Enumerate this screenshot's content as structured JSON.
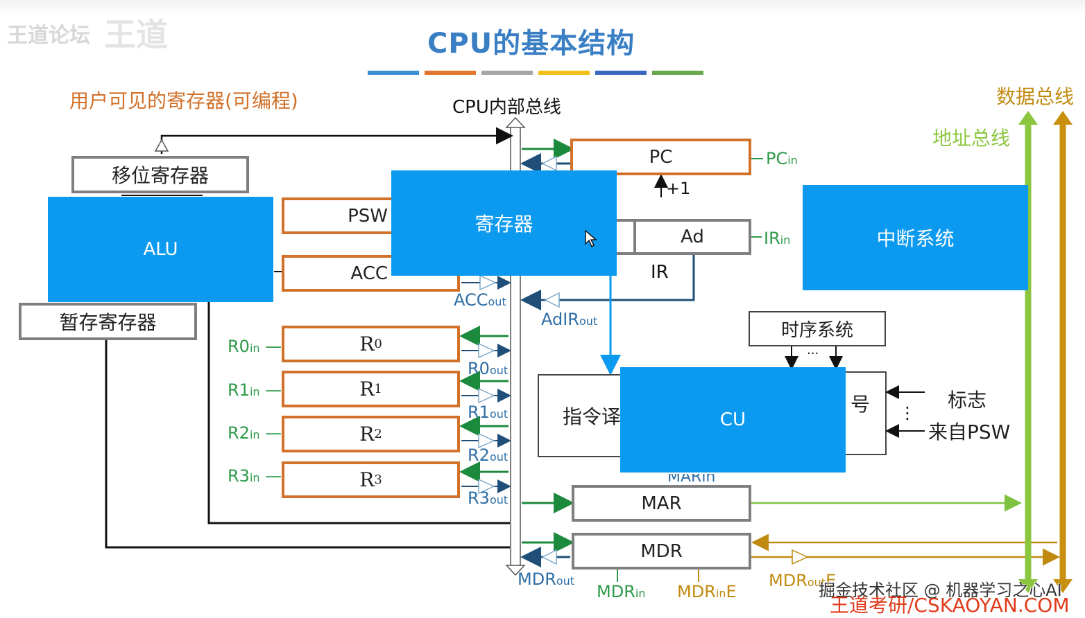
{
  "title": "CPU的基本结构",
  "watermark_top_left": "王道论坛",
  "watermark_top_left_2": "王道",
  "legend_colors": [
    "#3b8fd6",
    "#e2762e",
    "#a5a5a5",
    "#f2c01a",
    "#3a67c0",
    "#6aa84f"
  ],
  "labels": {
    "user_visible_registers": "用户可见的寄存器(可编程)",
    "cpu_internal_bus": "CPU内部总线",
    "data_bus": "数据总线",
    "address_bus": "地址总线",
    "plus_one": "+1",
    "flags": "标志",
    "from_psw": "来自PSW",
    "dots_vertical": "⋮",
    "dots_horizontal": "···",
    "mar_in_partial": "MARin"
  },
  "boxes": {
    "shift_register": "移位寄存器",
    "alu": "ALU",
    "temp_register": "暂存寄存器",
    "psw": "PSW",
    "acc": "ACC",
    "register_cover": "寄存器",
    "pc": "PC",
    "ad": "Ad",
    "ir": "IR",
    "interrupt_system": "中断系统",
    "timing_system": "时序系统",
    "instruction_decoder_partial": "指令译",
    "signal_partial": "号",
    "cu": "CU",
    "mar": "MAR",
    "mdr": "MDR"
  },
  "registers": [
    {
      "name": "R",
      "sub": "0",
      "in": "R0",
      "out": "R0"
    },
    {
      "name": "R",
      "sub": "1",
      "in": "R1",
      "out": "R1"
    },
    {
      "name": "R",
      "sub": "2",
      "in": "R2",
      "out": "R2"
    },
    {
      "name": "R",
      "sub": "3",
      "in": "R3",
      "out": "R3"
    }
  ],
  "signals": {
    "pc_in": "PC",
    "ir_in": "IR",
    "acc_out": "ACC",
    "adir_out": "AdIR",
    "mdr_out": "MDR",
    "mdr_in": "MDR",
    "mdr_in_e": "MDR",
    "mdr_out_e": "MDR",
    "suffix_in": "in",
    "suffix_out": "out",
    "suffix_e": "E"
  },
  "watermark_bottom_right": "掘金技术社区 @ 机器学习之心AI",
  "watermark_bottom_right_2": "王道考研/CSKAOYAN.COM"
}
